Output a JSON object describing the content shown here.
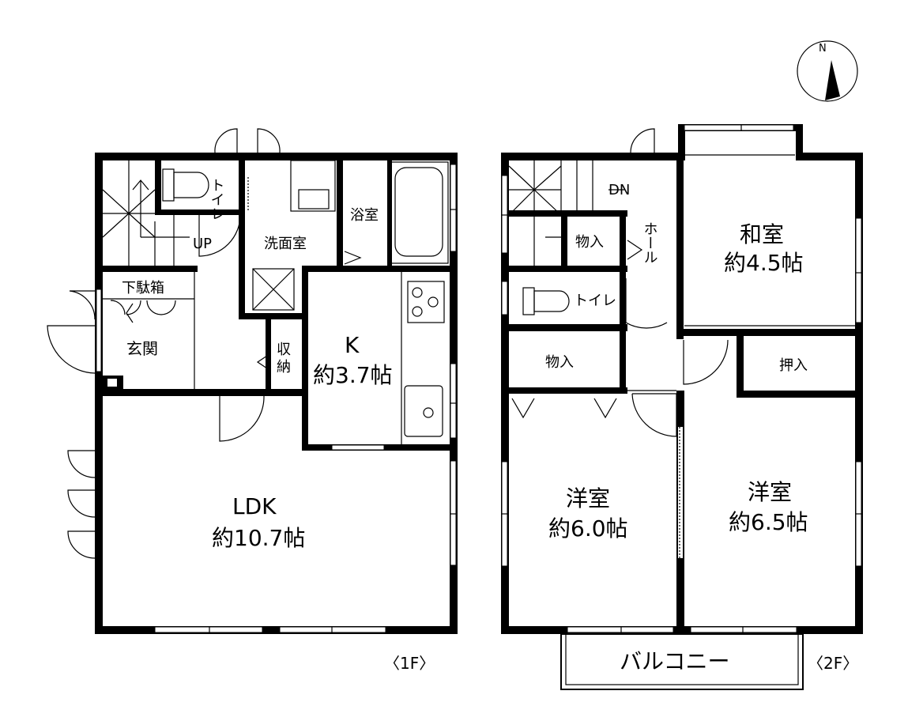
{
  "north": "N",
  "floor1": {
    "tag": "〈1F〉",
    "rooms": {
      "toilet": "トイレ",
      "up": "UP",
      "washroom": "洗面室",
      "bath": "浴室",
      "shoebox": "下駄箱",
      "entrance": "玄関",
      "storage_top": "収",
      "storage_bottom": "納",
      "kitchen_name": "K",
      "kitchen_size": "約3.7帖",
      "ldk_name": "LDK",
      "ldk_size": "約10.7帖"
    }
  },
  "floor2": {
    "tag": "〈2F〉",
    "rooms": {
      "dn": "DN",
      "closet_small": "物入",
      "hall": "ホール",
      "toilet": "トイレ",
      "closet_large": "物入",
      "washitsu_name": "和室",
      "washitsu_size": "約4.5帖",
      "oshiire": "押入",
      "western_a_name": "洋室",
      "western_a_size": "約6.0帖",
      "western_b_name": "洋室",
      "western_b_size": "約6.5帖",
      "balcony": "バルコニー"
    }
  }
}
